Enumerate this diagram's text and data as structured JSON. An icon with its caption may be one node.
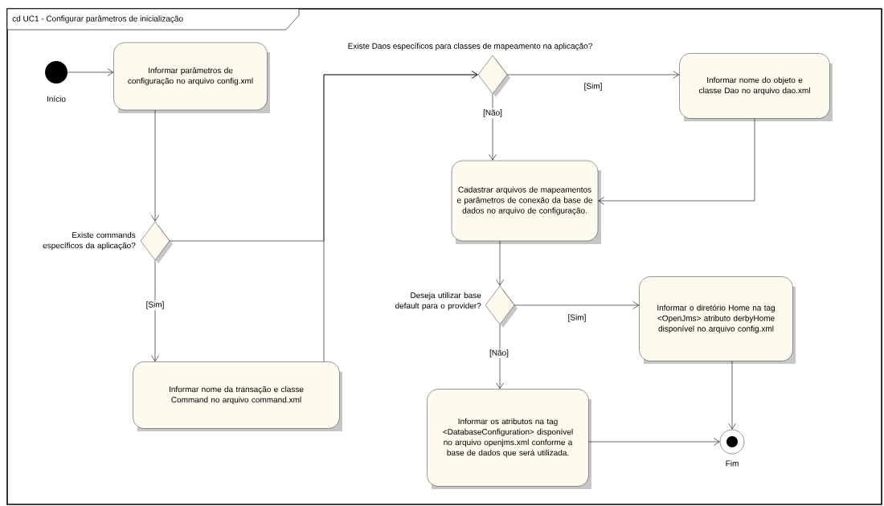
{
  "diagram": {
    "title": "cd UC1 - Configurar parâmetros de inicialização",
    "nodes": [
      {
        "text": [],
        "shape": "circle",
        "beside": [
          "Início"
        ]
      },
      {
        "text": [
          "Informar parâmetros de configuração no arquivo config.xml"
        ]
      },
      {
        "text": [],
        "shape": "diamond",
        "beside": [
          "Existe commands específicos da aplicação?"
        ]
      },
      {
        "text": [
          "Informar nome da transação e classe Command no arquivo command.xml"
        ]
      },
      {
        "text": [],
        "shape": "diamond",
        "beside": [
          "Existe Daos específicos para classes de mapeamento na aplicação?"
        ]
      },
      {
        "text": [
          "Informar nome do objeto e classe Dao no arquivo dao.xml"
        ]
      },
      {
        "text": [
          "Cadastrar arquivos de mapeamentos e parâmetros de conexão da base de dados no arquivo de configuração."
        ]
      },
      {
        "text": [],
        "shape": "diamond",
        "beside": [
          "Deseja utilizar base default para o provider?"
        ]
      },
      {
        "text": [
          "Informar o diretório Home na tag <OpenJms> atributo derbyHome disponível no arquivo config.xml"
        ]
      },
      {
        "text": [
          "Informar os atributos na tag <DatabaseConfiguration> disponível no arquivo openjms.xml conforme a base de dados que será utilizada."
        ]
      },
      {
        "text": [],
        "shape": "bullseye",
        "beside": [
          "Fim"
        ]
      }
    ],
    "edges": [
      {
        "from": 0,
        "to": 1,
        "arrow": "to"
      },
      {
        "from": 1,
        "to": 2,
        "arrow": "to"
      },
      {
        "from": 2,
        "to": 3,
        "arrow": "to",
        "label": "[Sim]"
      },
      {
        "from": 2,
        "to": 4,
        "arrow": "to"
      },
      {
        "from": 3,
        "to": 4,
        "arrow": "to"
      },
      {
        "from": 4,
        "to": 5,
        "arrow": "to",
        "label": "[Sim]"
      },
      {
        "from": 4,
        "to": 6,
        "arrow": "to",
        "label": "[Não]"
      },
      {
        "from": 5,
        "to": 6,
        "arrow": "to"
      },
      {
        "from": 6,
        "to": 7,
        "arrow": "to"
      },
      {
        "from": 7,
        "to": 8,
        "arrow": "to",
        "label": "[Sim]"
      },
      {
        "from": 7,
        "to": 9,
        "arrow": "to",
        "label": "[Não]"
      },
      {
        "from": 8,
        "to": 10,
        "arrow": "to"
      },
      {
        "from": 9,
        "to": 10,
        "arrow": "to"
      }
    ]
  }
}
